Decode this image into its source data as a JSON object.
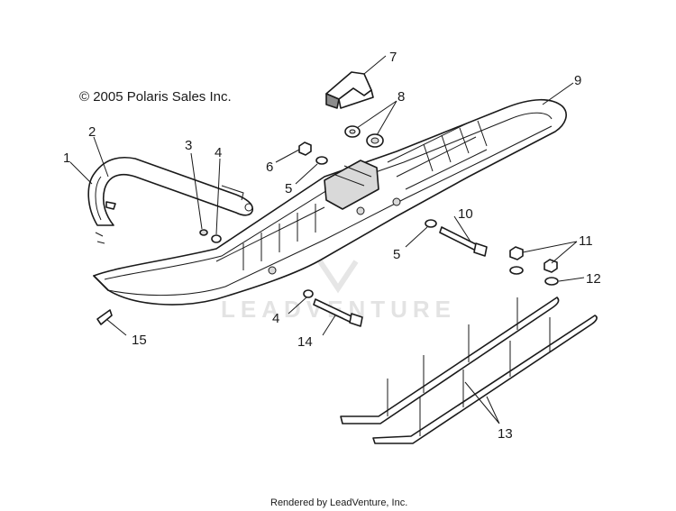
{
  "copyright": "© 2005 Polaris Sales Inc.",
  "watermark": "LEADVENTURE",
  "footer": "Rendered by LeadVenture, Inc.",
  "callouts": {
    "c1": "1",
    "c2": "2",
    "c3": "3",
    "c4a": "4",
    "c4b": "4",
    "c5a": "5",
    "c5b": "5",
    "c6": "6",
    "c7": "7",
    "c8": "8",
    "c9": "9",
    "c10": "10",
    "c11": "11",
    "c12": "12",
    "c13": "13",
    "c14": "14",
    "c15": "15"
  },
  "colors": {
    "ink": "#1a1a1a",
    "watermark": "#e3e3e3"
  }
}
